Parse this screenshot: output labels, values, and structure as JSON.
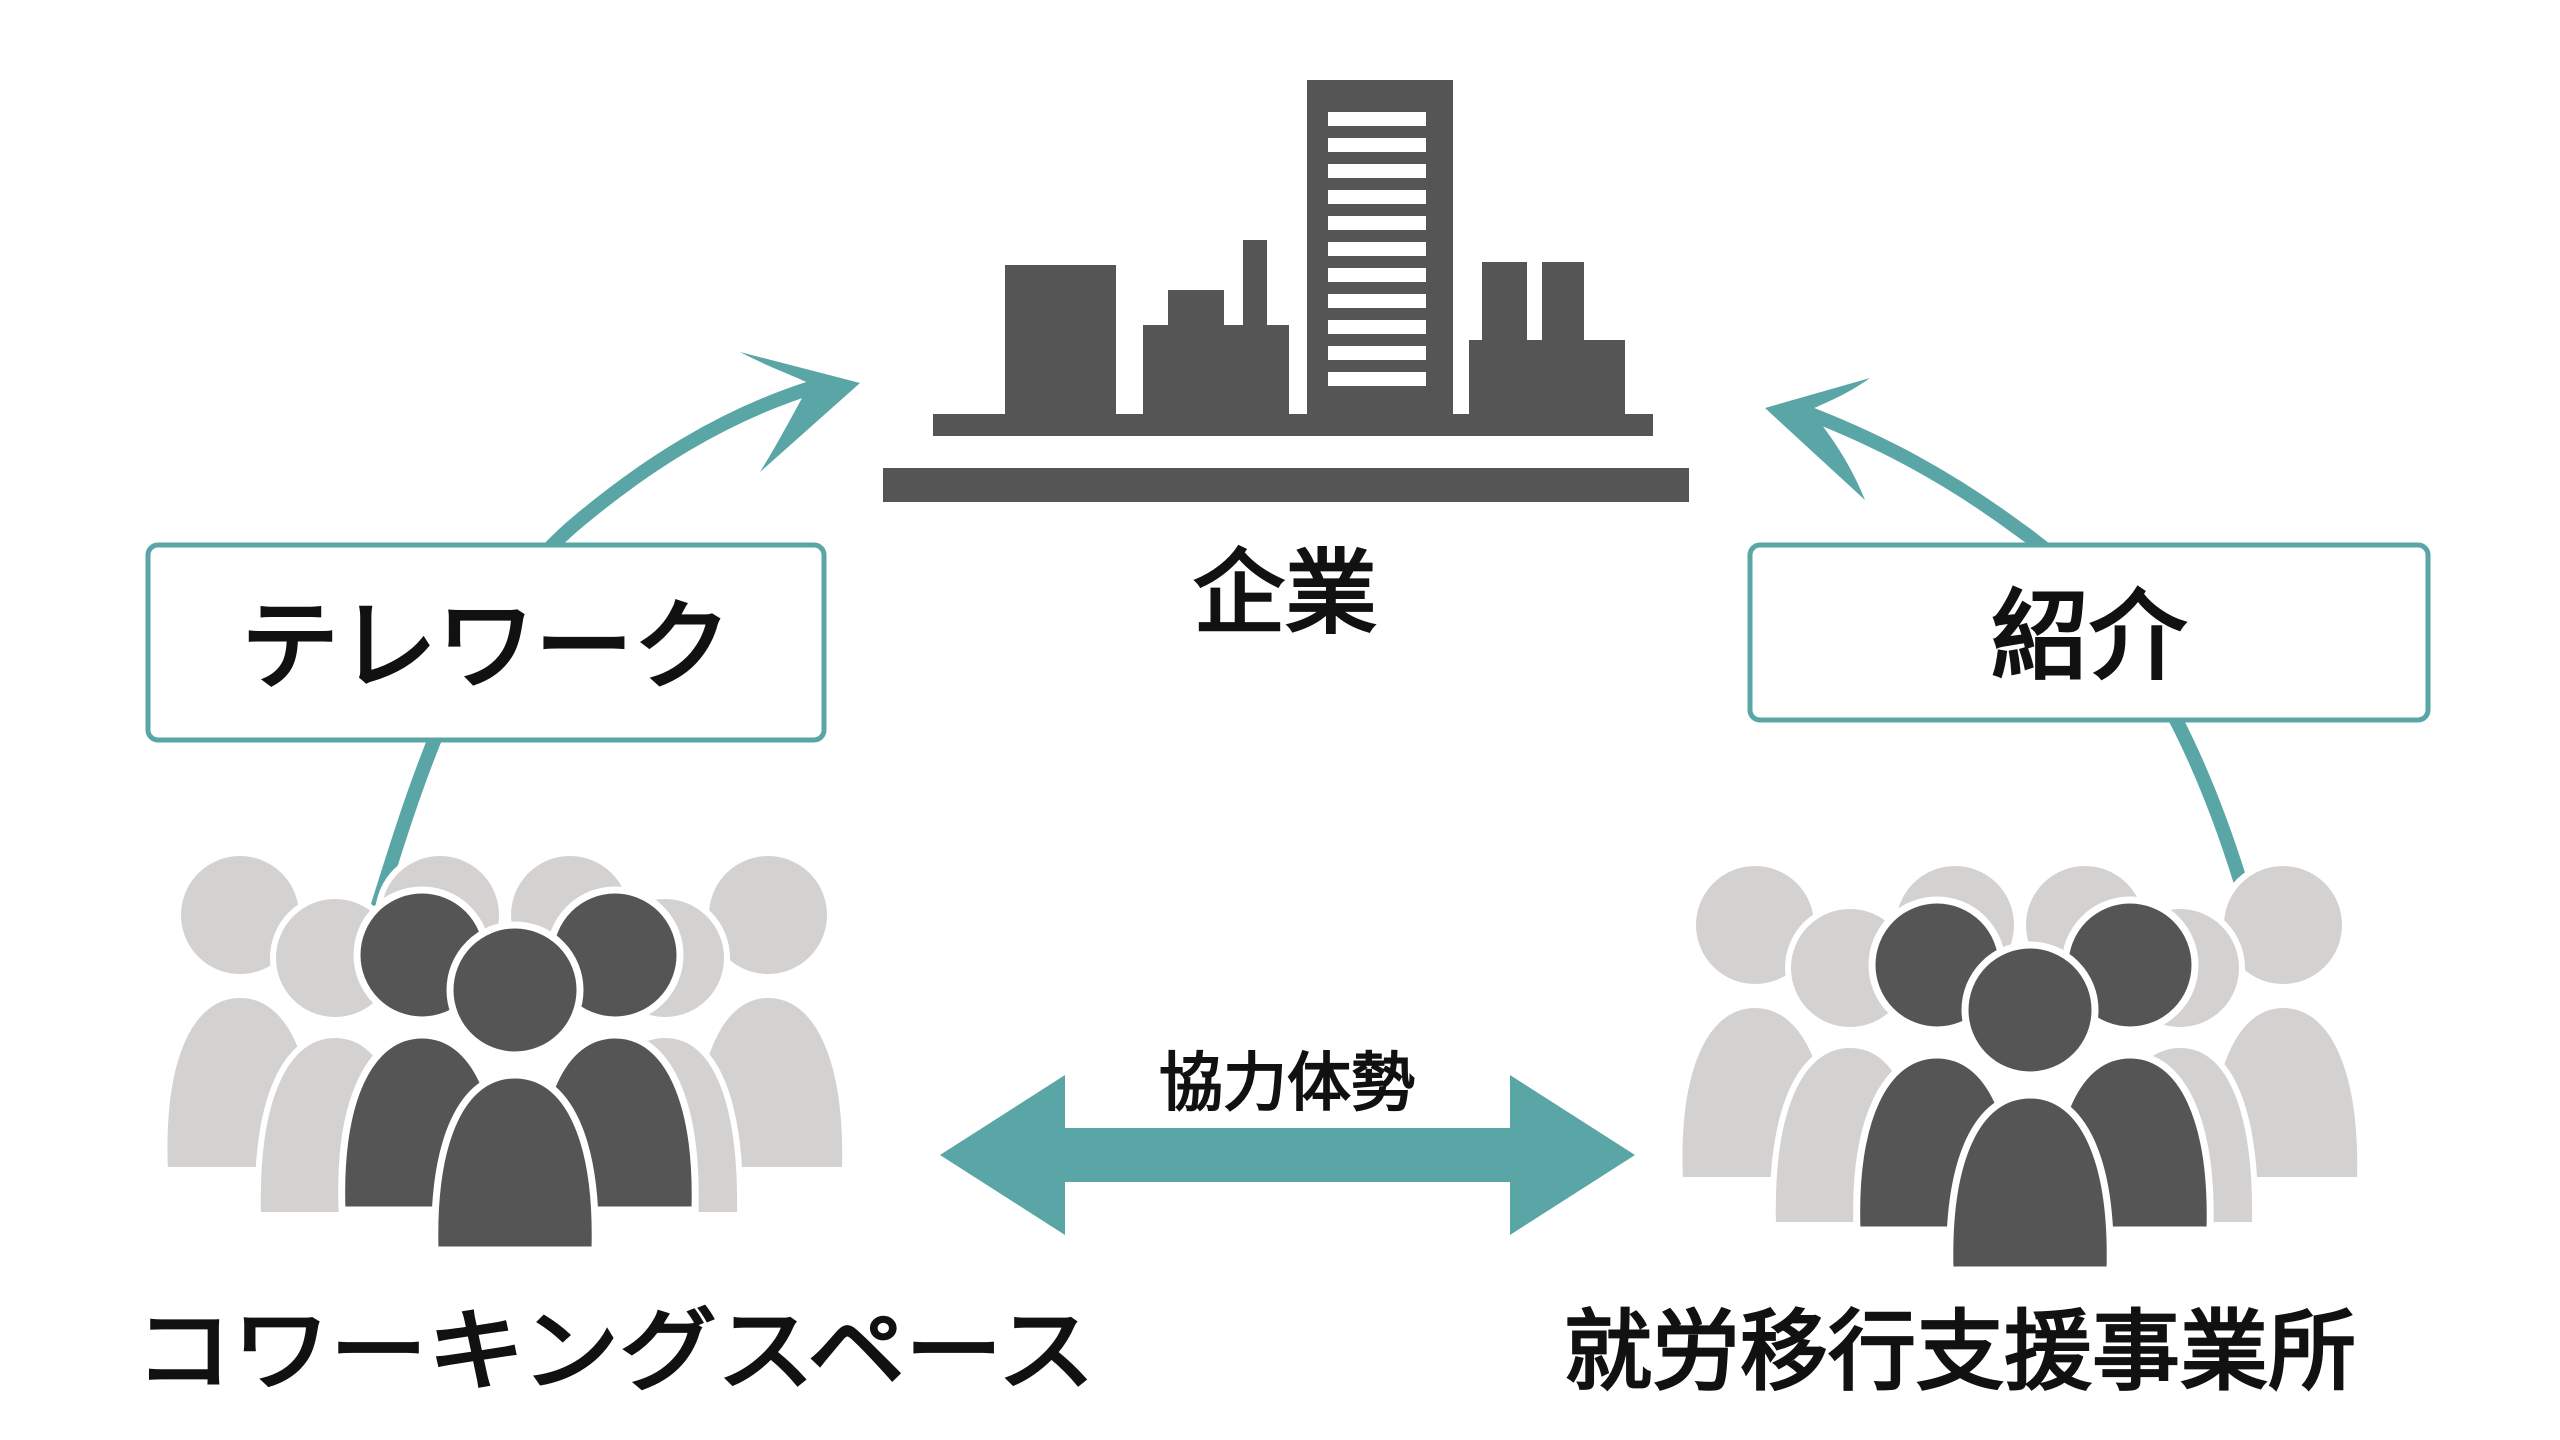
{
  "colors": {
    "teal": "#5aa5a6",
    "dark_gray": "#555555",
    "light_gray": "#d4d1d1",
    "text": "#111111",
    "background": "#ffffff"
  },
  "nodes": {
    "company": {
      "label": "企業",
      "icon": "city-buildings-icon"
    },
    "coworking": {
      "label": "コワーキングスペース",
      "icon": "people-group-icon"
    },
    "employment_support": {
      "label": "就労移行支援事業所",
      "icon": "people-group-icon"
    }
  },
  "edges": {
    "telework": {
      "label": "テレワーク",
      "from": "coworking",
      "to": "company"
    },
    "introduction": {
      "label": "紹介",
      "from": "employment_support",
      "to": "company"
    },
    "cooperation": {
      "label": "協力体勢",
      "between": [
        "coworking",
        "employment_support"
      ]
    }
  }
}
